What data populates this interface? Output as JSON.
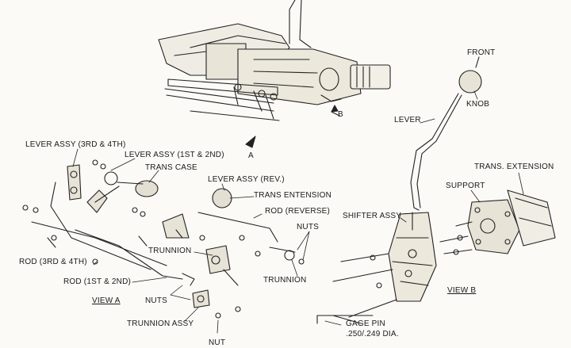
{
  "labels": {
    "front": "FRONT",
    "knob": "KNOB",
    "lever": "LEVER",
    "b_marker": "B",
    "a_marker": "A",
    "lever_assy_34": "LEVER ASSY (3RD & 4TH)",
    "lever_assy_12": "LEVER ASSY (1ST & 2ND)",
    "trans_case": "TRANS CASE",
    "lever_assy_rev": "LEVER ASSY (REV.)",
    "trans_entension": "TRANS ENTENSION",
    "rod_reverse": "ROD (REVERSE)",
    "nuts_right": "NUTS",
    "trunnion_right": "TRUNNION",
    "trunnion_mid": "TRUNNION",
    "rod_34": "ROD (3RD & 4TH)",
    "rod_12": "ROD (1ST & 2ND)",
    "view_a": "VIEW A",
    "nuts_bottom": "NUTS",
    "trunnion_assy": "TRUNNION ASSY",
    "nut": "NUT",
    "trans_extension": "TRANS. EXTENSION",
    "support": "SUPPORT",
    "shifter_assy": "SHIFTER ASSY",
    "view_b": "VIEW B",
    "gage_pin": "GAGE PIN",
    "gage_pin_dia": ".250/.249 DIA."
  }
}
